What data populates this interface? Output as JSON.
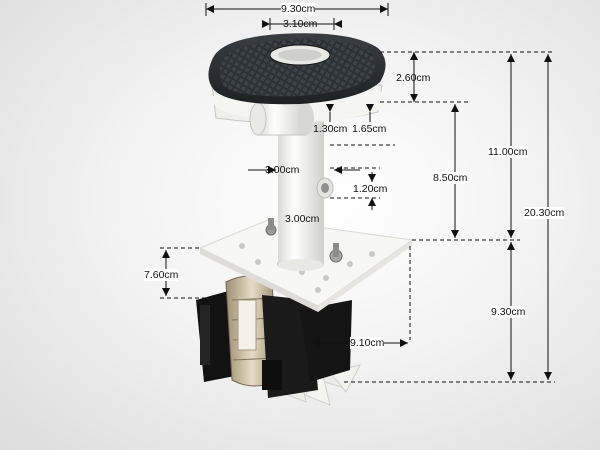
{
  "dimensions": {
    "top_width": "9.30cm",
    "outlet_width": "3.10cm",
    "cap_height": "2.60cm",
    "outlet_dia": "1.30cm",
    "outlet_offset": "1.65cm",
    "column_width_upper": "3.00cm",
    "port_height": "1.20cm",
    "column_width_lower": "3.00cm",
    "upper_height": "8.50cm",
    "head_height": "11.00cm",
    "total_height": "20.30cm",
    "motor_offset": "7.60cm",
    "plate_width": "9.10cm",
    "lower_height": "9.30cm"
  },
  "colors": {
    "cap": "#2a2d30",
    "body": "#f4f4f2",
    "plate": "#f7f7f5",
    "motor_black": "#151515",
    "coil": "#c8b89a",
    "dim_line": "#111111"
  }
}
